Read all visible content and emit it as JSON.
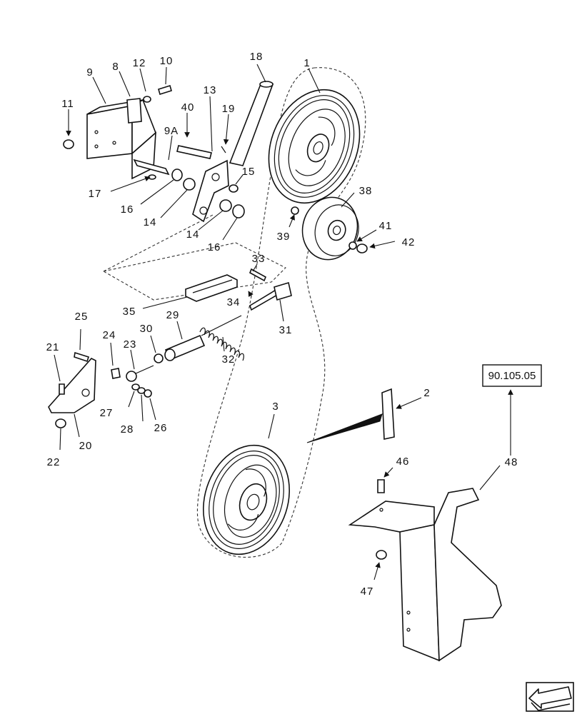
{
  "reference": "90.105.05",
  "callouts": [
    "1",
    "2",
    "3",
    "8",
    "9",
    "9A",
    "10",
    "11",
    "12",
    "13",
    "14",
    "14",
    "15",
    "16",
    "16",
    "17",
    "18",
    "19",
    "20",
    "21",
    "22",
    "23",
    "24",
    "25",
    "26",
    "27",
    "28",
    "29",
    "30",
    "31",
    "32",
    "33",
    "34",
    "35",
    "38",
    "39",
    "40",
    "41",
    "42",
    "46",
    "47",
    "48"
  ],
  "nav_icon": "arrow-icon"
}
